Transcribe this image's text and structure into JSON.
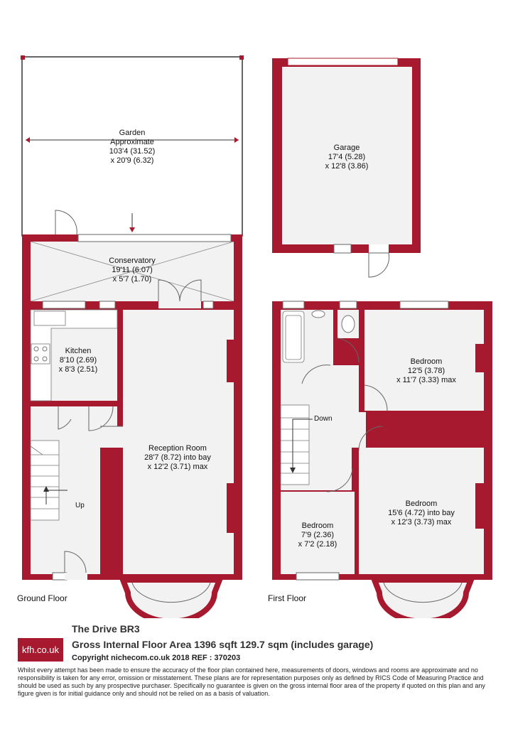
{
  "rooms": {
    "garden": {
      "name": "Garden",
      "note": "Approximate",
      "dim1": "103'4 (31.52)",
      "dim2": "x 20'9 (6.32)"
    },
    "garage": {
      "name": "Garage",
      "dim1": "17'4 (5.28)",
      "dim2": "x 12'8 (3.86)"
    },
    "conservatory": {
      "name": "Conservatory",
      "dim1": "19'11 (6.07)",
      "dim2": "x 5'7 (1.70)"
    },
    "kitchen": {
      "name": "Kitchen",
      "dim1": "8'10 (2.69)",
      "dim2": "x 8'3 (2.51)"
    },
    "reception": {
      "name": "Reception Room",
      "dim1": "28'7 (8.72) into bay",
      "dim2": "x 12'2 (3.71) max"
    },
    "bedroom1": {
      "name": "Bedroom",
      "dim1": "12'5 (3.78)",
      "dim2": "x 11'7 (3.33) max"
    },
    "bedroom2": {
      "name": "Bedroom",
      "dim1": "15'6 (4.72) into bay",
      "dim2": "x 12'3 (3.73) max"
    },
    "bedroom3": {
      "name": "Bedroom",
      "dim1": "7'9 (2.36)",
      "dim2": "x 7'2 (2.18)"
    }
  },
  "stairs": {
    "up": "Up",
    "down": "Down"
  },
  "floors": {
    "ground": "Ground Floor",
    "first": "First Floor"
  },
  "footer": {
    "logo": "kfh.co.uk",
    "address": "The Drive  BR3",
    "area": "Gross Internal Floor Area 1396 sqft 129.7 sqm (includes garage)",
    "copyright": "Copyright nichecom.co.uk 2018 REF : 370203",
    "disclaimer": "Whilst every attempt has been made to ensure the accuracy of the floor plan contained here, measurements of doors, windows and rooms are approximate and no responsibility is taken for any error, omission or misstatement.  These plans are for representation purposes only as defined by RICS Code of Measuring Practice and should be used as such by any prospective purchaser.  Specifically no guarantee is given on the gross internal floor area of the property if quoted on this plan and any figure given is for initial guidance only and should not be relied on as a basis of valuation."
  },
  "colors": {
    "wall": "#a6192e",
    "floor": "#f2f2f2",
    "line": "#666666"
  }
}
